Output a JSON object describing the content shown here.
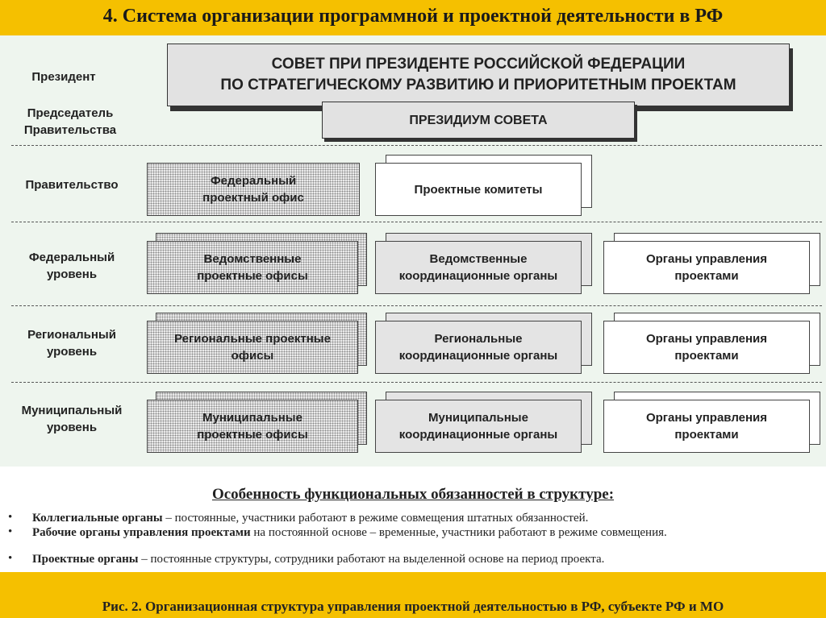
{
  "title": "4. Система  организации программной и проектной деятельности  в РФ",
  "levels": {
    "president": "Президент",
    "chairman": "Председатель\nПравительства",
    "government": "Правительство",
    "federal": "Федеральный\nуровень",
    "regional": "Региональный\nуровень",
    "municipal": "Муниципальный\nуровень"
  },
  "boxes": {
    "council": "СОВЕТ ПРИ ПРЕЗИДЕНТЕ РОССИЙСКОЙ ФЕДЕРАЦИИ\nПО СТРАТЕГИЧЕСКОМУ РАЗВИТИЮ И ПРИОРИТЕТНЫМ ПРОЕКТАМ",
    "presidium": "ПРЕЗИДИУМ СОВЕТА",
    "federal_office": "Федеральный\nпроектный офис",
    "project_committees": "Проектные комитеты",
    "dept_offices": "Ведомственные\nпроектные офисы",
    "dept_coord": "Ведомственные\nкоординационные органы",
    "federal_mgmt": "Органы управления\nпроектами",
    "regional_offices": "Региональные проектные\nофисы",
    "regional_coord": "Региональные\nкоординационные органы",
    "regional_mgmt": "Органы управления\nпроектами",
    "municipal_offices": "Муниципальные\nпроектные офисы",
    "municipal_coord": "Муниципальные\nкоординационные органы",
    "municipal_mgmt": "Органы управления\nпроектами"
  },
  "notes": {
    "heading": "Особенность функциональных обязанностей в структуре:",
    "bullet_symbol": "•",
    "items": [
      {
        "term": "Коллегиальные органы",
        "text": " – постоянные, участники работают в режиме совмещения штатных обязанностей."
      },
      {
        "term": "Рабочие органы управления проектами",
        "text": " на постоянной основе – временные, участники работают в режиме совмещения."
      },
      {
        "term": "Проектные органы",
        "text": " – постоянные структуры, сотрудники работают на  выделенной основе на период проекта."
      }
    ]
  },
  "caption": "Рис. 2. Организационная структура управления проектной деятельностью в РФ, субъекте РФ и МО",
  "colors": {
    "accent": "#f5c000",
    "diagram_bg": "#eef5ee"
  }
}
